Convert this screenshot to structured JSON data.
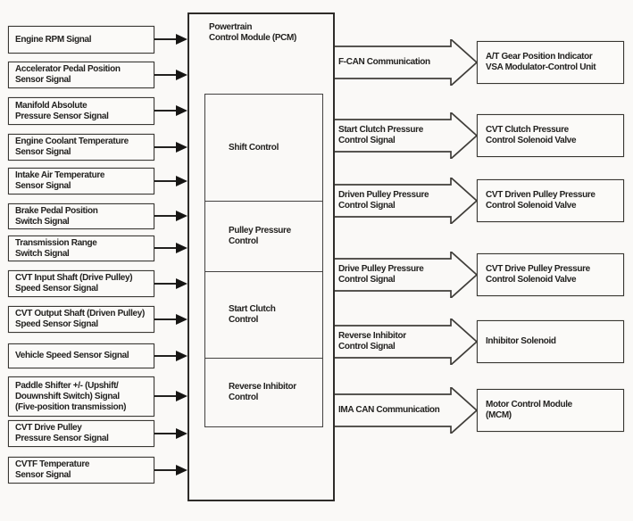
{
  "colors": {
    "ink": "#2e2c29",
    "paper": "#faf9f7"
  },
  "pcm": {
    "title": "Powertrain\nControl Module (PCM)",
    "controls": [
      {
        "label": "Shift Control"
      },
      {
        "label": "Pulley Pressure\nControl"
      },
      {
        "label": "Start Clutch\nControl"
      },
      {
        "label": "Reverse Inhibitor\nControl"
      }
    ]
  },
  "inputs": [
    {
      "label": "Engine RPM Signal"
    },
    {
      "label": "Accelerator Pedal Position\nSensor Signal"
    },
    {
      "label": "Manifold Absolute\nPressure Sensor Signal"
    },
    {
      "label": "Engine Coolant Temperature\nSensor Signal"
    },
    {
      "label": "Intake Air Temperature\nSensor Signal"
    },
    {
      "label": "Brake Pedal Position\nSwitch Signal"
    },
    {
      "label": "Transmission Range\nSwitch Signal"
    },
    {
      "label": "CVT Input Shaft (Drive Pulley)\nSpeed Sensor Signal"
    },
    {
      "label": "CVT Output Shaft (Driven Pulley)\nSpeed Sensor Signal"
    },
    {
      "label": "Vehicle Speed Sensor Signal"
    },
    {
      "label": "Paddle Shifter +/- (Upshift/\nDouwnshift Switch) Signal\n(Five-position transmission)"
    },
    {
      "label": "CVT Drive Pulley\nPressure Sensor Signal"
    },
    {
      "label": "CVTF Temperature\nSensor Signal"
    }
  ],
  "outputs": [
    {
      "signal": "F-CAN Communication",
      "target": "A/T Gear Position Indicator\nVSA Modulator-Control Unit"
    },
    {
      "signal": "Start Clutch Pressure\nControl Signal",
      "target": "CVT Clutch Pressure\nControl Solenoid Valve"
    },
    {
      "signal": "Driven Pulley Pressure\nControl Signal",
      "target": "CVT Driven Pulley Pressure\nControl Solenoid Valve"
    },
    {
      "signal": "Drive Pulley Pressure\nControl Signal",
      "target": "CVT Drive Pulley Pressure\nControl Solenoid Valve"
    },
    {
      "signal": "Reverse Inhibitor\nControl Signal",
      "target": "Inhibitor Solenoid"
    },
    {
      "signal": "IMA CAN Communication",
      "target": "Motor Control Module\n(MCM)"
    }
  ]
}
